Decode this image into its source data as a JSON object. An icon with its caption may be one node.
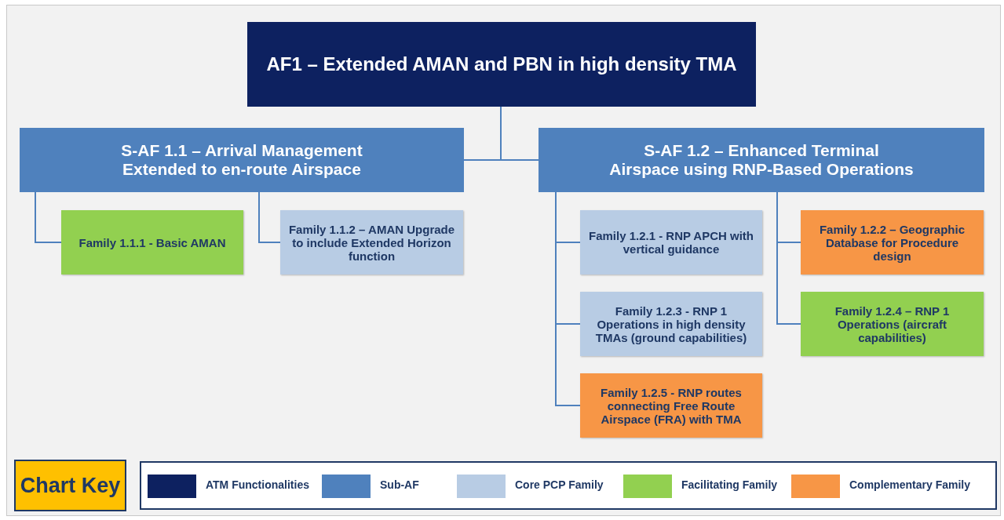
{
  "diagram": {
    "nodes": [
      {
        "text": [
          "AF1 – Extended AMAN and PBN in high density TMA"
        ]
      },
      {
        "text": [
          "S-AF 1.1 – Arrival Management Extended to en-route Airspace"
        ]
      },
      {
        "text": [
          "S-AF 1.2 – Enhanced Terminal Airspace using RNP-Based Operations"
        ]
      },
      {
        "text": [
          "Family 1.1.1 - Basic AMAN"
        ]
      },
      {
        "text": [
          "Family 1.1.2 – AMAN Upgrade to include Extended Horizon function"
        ]
      },
      {
        "text": [
          "Family 1.2.1 - RNP APCH with vertical guidance"
        ]
      },
      {
        "text": [
          "Family 1.2.2 – Geographic Database for Procedure design"
        ]
      },
      {
        "text": [
          "Family 1.2.3 - RNP 1 Operations in high density TMAs (ground capabilities)"
        ]
      },
      {
        "text": [
          "Family 1.2.4 – RNP 1 Operations (aircraft capabilities)"
        ]
      },
      {
        "text": [
          "Family 1.2.5 - RNP routes connecting Free Route Airspace (FRA) with TMA"
        ]
      }
    ],
    "edges": [
      {
        "from": 0,
        "to": 1,
        "arrow": "none"
      },
      {
        "from": 0,
        "to": 2,
        "arrow": "none"
      },
      {
        "from": 1,
        "to": 3,
        "arrow": "none"
      },
      {
        "from": 1,
        "to": 4,
        "arrow": "none"
      },
      {
        "from": 2,
        "to": 5,
        "arrow": "none"
      },
      {
        "from": 2,
        "to": 7,
        "arrow": "none"
      },
      {
        "from": 2,
        "to": 9,
        "arrow": "none"
      },
      {
        "from": 2,
        "to": 6,
        "arrow": "none"
      },
      {
        "from": 2,
        "to": 8,
        "arrow": "none"
      }
    ],
    "labels": [
      "Chart Key"
    ],
    "legend": [
      {
        "text": "ATM Functionalities",
        "color": "#0d2160"
      },
      {
        "text": "Sub-AF",
        "color": "#4f81bd"
      },
      {
        "text": "Core PCP Family",
        "color": "#b8cce4"
      },
      {
        "text": "Facilitating Family",
        "color": "#92d050"
      },
      {
        "text": "Complementary Family",
        "color": "#f79646"
      }
    ]
  }
}
